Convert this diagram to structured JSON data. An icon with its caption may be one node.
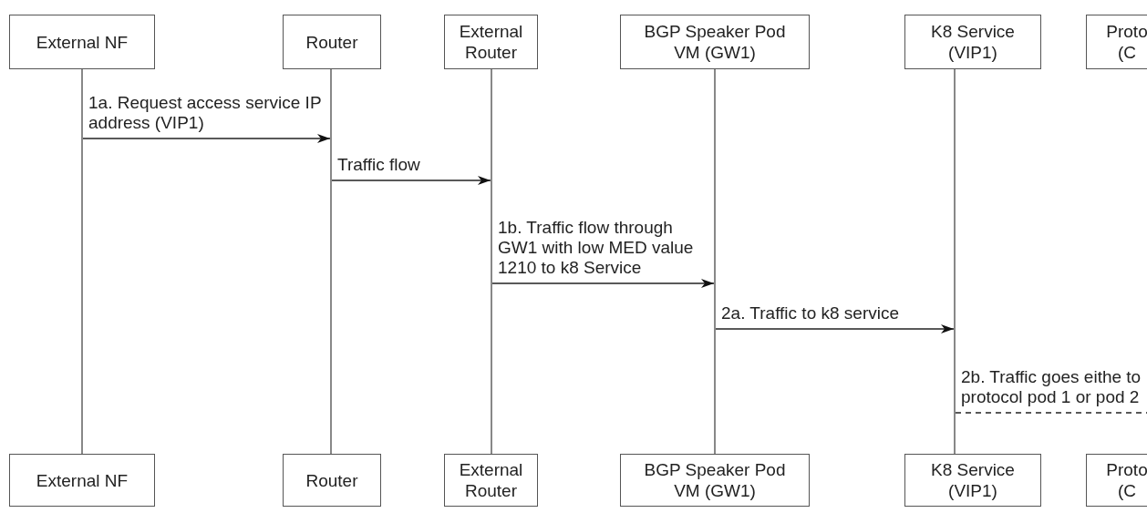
{
  "diagram": {
    "nodes": [
      {
        "text": [
          "External NF"
        ]
      },
      {
        "text": [
          "Router"
        ]
      },
      {
        "text": [
          "External Router"
        ]
      },
      {
        "text": [
          "BGP Speaker Pod VM (GW1)"
        ]
      },
      {
        "text": [
          "K8 Service (VIP1)"
        ]
      },
      {
        "text": [
          "Proto (C"
        ]
      },
      {
        "text": [],
        "shape": "bar"
      },
      {
        "text": [],
        "shape": "bar"
      },
      {
        "text": [],
        "shape": "bar"
      },
      {
        "text": [],
        "shape": "bar"
      },
      {
        "text": [],
        "shape": "bar"
      },
      {
        "text": [
          "External NF"
        ]
      },
      {
        "text": [
          "Router"
        ]
      },
      {
        "text": [
          "External Router"
        ]
      },
      {
        "text": [
          "BGP Speaker Pod VM (GW1)"
        ]
      },
      {
        "text": [
          "K8 Service (VIP1)"
        ]
      },
      {
        "text": [
          "Proto (C"
        ]
      }
    ],
    "edges": [
      {
        "from": 6,
        "to": 7,
        "arrow": "to",
        "label": "1a. Request access service IP address (VIP1)"
      },
      {
        "from": 7,
        "to": 8,
        "arrow": "to",
        "label": "Traffic flow"
      },
      {
        "from": 8,
        "to": 9,
        "arrow": "to",
        "label": "1b. Traffic flow through GW1 with low MED value 1210 to k8 Service"
      },
      {
        "from": 9,
        "to": 10,
        "arrow": "to",
        "label": "2a. Traffic to k8 service"
      },
      {
        "from": 10,
        "to": null,
        "arrow": "none",
        "style": "dashed",
        "label": "2b. Traffic goes eithe to protocol pod 1 or pod 2"
      }
    ]
  }
}
